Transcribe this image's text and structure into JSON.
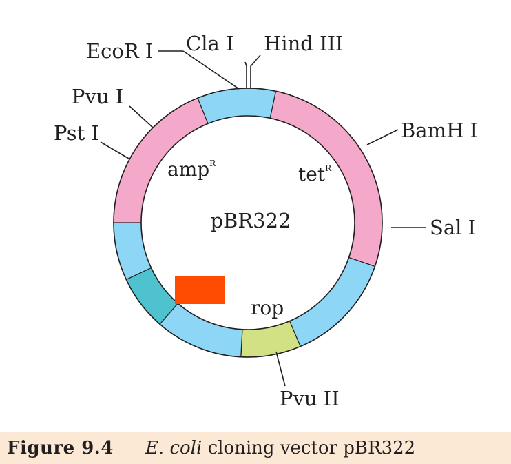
{
  "plasmid": {
    "name": "pBR322",
    "restriction_sites": [
      {
        "label": "EcoR I"
      },
      {
        "label": "Cla I"
      },
      {
        "label": "Hind III"
      },
      {
        "label": "BamH I"
      },
      {
        "label": "Sal I"
      },
      {
        "label": "Pvu I"
      },
      {
        "label": "Pst I"
      },
      {
        "label": "Pvu II"
      }
    ],
    "genes": [
      {
        "label": "amp",
        "superscript": "R",
        "color": "#f4a9cb"
      },
      {
        "label": "tet",
        "superscript": "R",
        "color": "#f4a9cb"
      },
      {
        "label": "rop",
        "superscript": "",
        "color": "#d2e183"
      }
    ],
    "colors": {
      "backbone": "#8dd6f5",
      "resistance_gene": "#f4a9cb",
      "rop": "#d2e183",
      "ori_region": "#4fc2cf",
      "highlight_block": "#ff4c00",
      "caption_band": "#fbe8d5"
    }
  },
  "caption": {
    "figure_number": "Figure 9.4",
    "species": "E. coli",
    "text": " cloning vector pBR322"
  }
}
